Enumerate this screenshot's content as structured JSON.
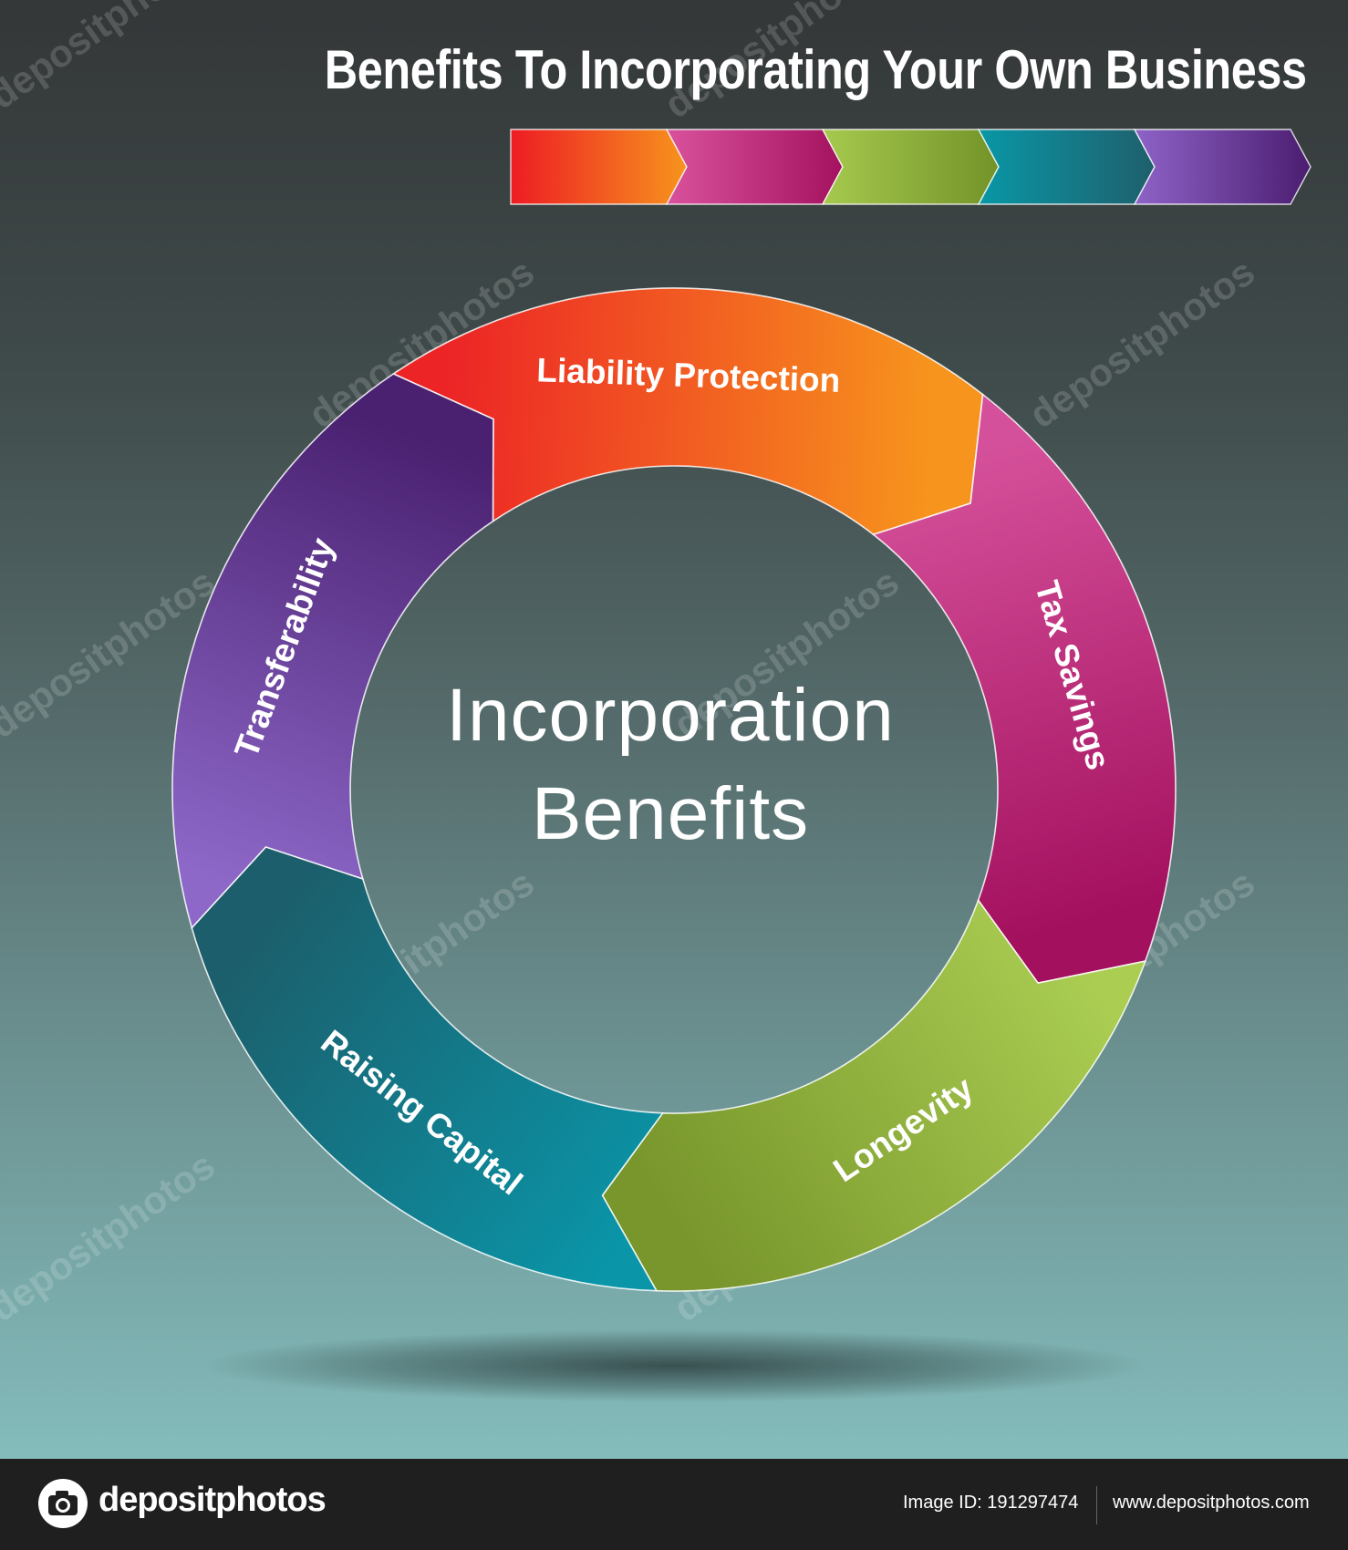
{
  "header": {
    "title": "Benefits To Incorporating Your Own Business"
  },
  "center": {
    "line1": "Incorporation",
    "line2": "Benefits"
  },
  "segments": [
    {
      "label": "Liability Protection",
      "colors": [
        "#ec2426",
        "#f7941d"
      ]
    },
    {
      "label": "Tax Savings",
      "colors": [
        "#d5509a",
        "#a3105e"
      ]
    },
    {
      "label": "Longevity",
      "colors": [
        "#aacd52",
        "#78962c"
      ]
    },
    {
      "label": "Raising Capital",
      "colors": [
        "#0a95a8",
        "#1c5e6b"
      ]
    },
    {
      "label": "Transferability",
      "colors": [
        "#8d68c8",
        "#4a2171"
      ]
    }
  ],
  "legend_bar": [
    {
      "colors": [
        "#ed1c24",
        "#f7941d"
      ]
    },
    {
      "colors": [
        "#d9529c",
        "#a4125f"
      ]
    },
    {
      "colors": [
        "#a6c94e",
        "#739329"
      ]
    },
    {
      "colors": [
        "#0997a6",
        "#1f5f6c"
      ]
    },
    {
      "colors": [
        "#8e63c7",
        "#4b1d70"
      ]
    }
  ],
  "watermark": "depositphotos",
  "footer": {
    "brand": "depositphotos",
    "image_id": "Image ID: 191297474",
    "url": "www.depositphotos.com"
  }
}
